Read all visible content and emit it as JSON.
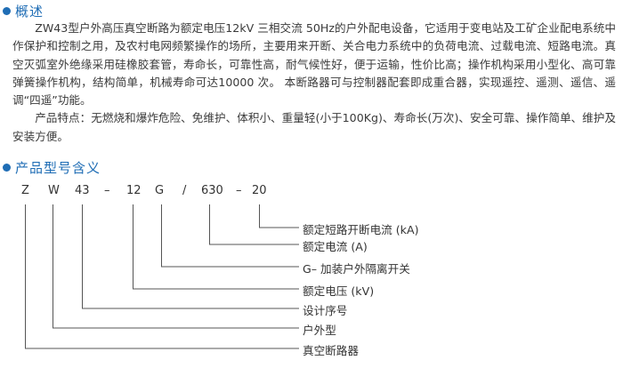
{
  "overview": {
    "title": "概述",
    "paragraphs": [
      "ZW43型户外高压真空断路为额定电压12kV 三相交流 50Hz的户外配电设备，它适用于变电站及工矿企业配电系统中作保护和控制之用，及农村电网频繁操作的场所，主要用来开断、关合电力系统中的负荷电流、过载电流、短路电流。真空灭弧室外绝缘采用硅橡胶套管，寿命长，可靠性高，耐气候性好，便于运输，性价比高；操作机构采用小型化、高可靠弹簧操作机构，结构简单，机械寿命可达10000 次。 本断路器可与控制器配套即成重合器，实现遥控、遥测、遥信、遥调“四遥”功能。",
      "产品特点：无燃烧和爆炸危险、免维护、体积小、重量轻(小于100Kg)、寿命长(万次)、安全可靠、操作简单、维护及安装方便。"
    ]
  },
  "model": {
    "title": "产品型号含义",
    "code_parts": [
      "Z",
      "W",
      "43",
      "–",
      "12",
      "G",
      "/",
      "630",
      "–",
      "20"
    ],
    "meanings": [
      "额定短路开断电流 (kA)",
      "额定电流 (A)",
      "G– 加装户外隔离开关",
      "额定电压 (kV)",
      "设计序号",
      "户外型",
      "真空断路器"
    ]
  },
  "colors": {
    "accent": "#1f6db5",
    "text": "#3a3a3a",
    "line": "#555555"
  }
}
